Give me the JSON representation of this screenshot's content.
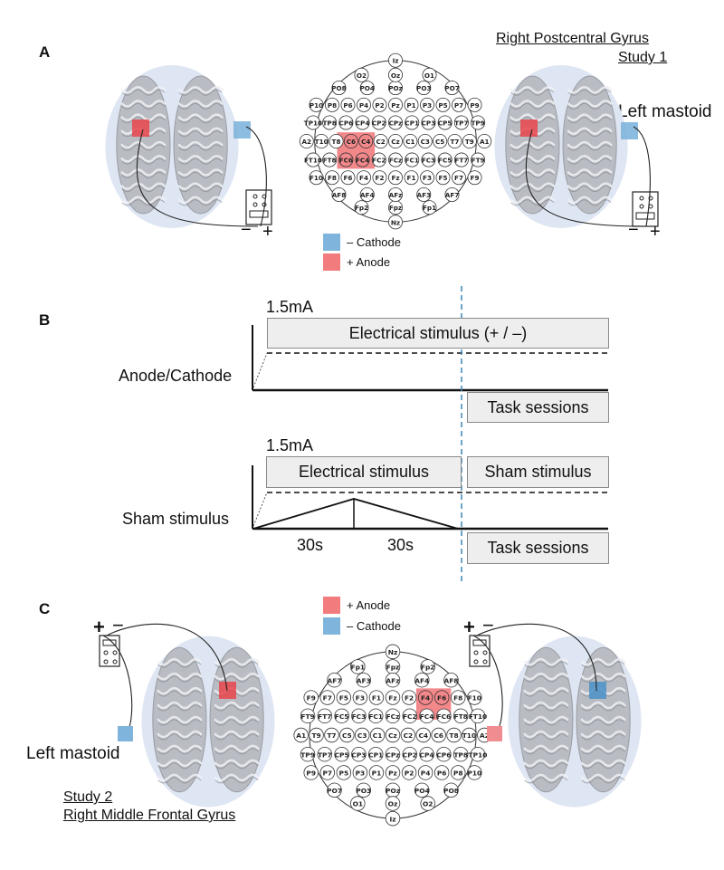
{
  "colors": {
    "anode": "#f27b7e",
    "cathode": "#7fb5dc",
    "cathode_dark": "#4a90c8",
    "head": "#dfe6f3",
    "brain": "#b9bcc2",
    "box_fill": "#eeeeee",
    "divider": "#3b86b8"
  },
  "panel_a": {
    "letter": "A",
    "title_line1": "Right Postcentral Gyrus",
    "title_line2": "Study 1",
    "left_mastoid": "Left mastoid",
    "minus": "−",
    "plus": "+",
    "legend": [
      {
        "label": "– Cathode",
        "color": "cathode"
      },
      {
        "label": "+ Anode",
        "color": "anode"
      }
    ],
    "highlighted_electrodes": [
      "C4",
      "C6",
      "FC4",
      "FC6"
    ]
  },
  "panel_b": {
    "letter": "B",
    "top": {
      "current": "1.5mA",
      "row_label": "Anode/Cathode",
      "stim_box": "Electrical stimulus (+ / –)",
      "task_box": "Task sessions"
    },
    "bottom": {
      "current": "1.5mA",
      "row_label": "Sham stimulus",
      "stim_box": "Electrical stimulus",
      "sham_box": "Sham stimulus",
      "task_box": "Task sessions",
      "ramp_up": "30s",
      "ramp_down": "30s"
    }
  },
  "panel_c": {
    "letter": "C",
    "title_line1": "Study 2",
    "title_line2": "Right Middle Frontal Gyrus",
    "left_mastoid": "Left mastoid",
    "minus": "−",
    "plus": "+",
    "legend": [
      {
        "label": "+ Anode",
        "color": "anode"
      },
      {
        "label": "– Cathode",
        "color": "cathode"
      }
    ],
    "highlighted_electrodes": [
      "F4",
      "F6"
    ]
  },
  "eeg_cap": {
    "electrodes": [
      "Nz",
      "Fp1",
      "Fpz",
      "Fp2",
      "AF7",
      "AF3",
      "AFz",
      "AF4",
      "AF8",
      "F9",
      "F7",
      "F5",
      "F3",
      "F1",
      "Fz",
      "F2",
      "F4",
      "F6",
      "F8",
      "F10",
      "FT9",
      "FT7",
      "FC5",
      "FC3",
      "FC1",
      "FCz",
      "FC2",
      "FC4",
      "FC6",
      "FT8",
      "FT10",
      "A1",
      "T9",
      "T7",
      "C5",
      "C3",
      "C1",
      "Cz",
      "C2",
      "C4",
      "C6",
      "T8",
      "T10",
      "A2",
      "TP9",
      "TP7",
      "CP5",
      "CP3",
      "CP1",
      "CPz",
      "CP2",
      "CP4",
      "CP6",
      "TP8",
      "TP10",
      "P9",
      "P7",
      "P5",
      "P3",
      "P1",
      "Pz",
      "P2",
      "P4",
      "P6",
      "P8",
      "P10",
      "PO7",
      "PO3",
      "POz",
      "PO4",
      "PO8",
      "O1",
      "Oz",
      "O2",
      "Iz"
    ]
  }
}
